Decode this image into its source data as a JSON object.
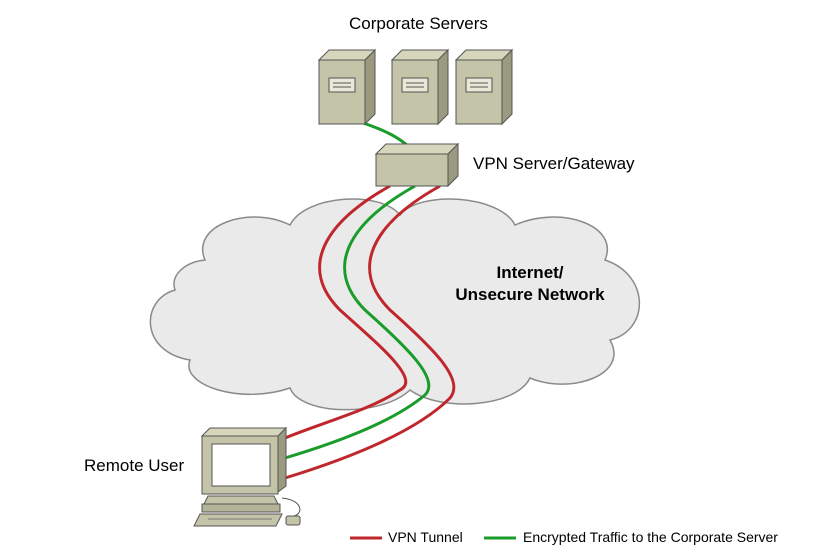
{
  "labels": {
    "corporate_servers": "Corporate Servers",
    "vpn_gateway": "VPN Server/Gateway",
    "internet_line1": "Internet/",
    "internet_line2": "Unsecure Network",
    "remote_user": "Remote User"
  },
  "legend": {
    "vpn_tunnel": "VPN Tunnel",
    "encrypted_traffic": "Encrypted Traffic to the Corporate Server"
  },
  "colors": {
    "tunnel": "#c0272d",
    "traffic": "#1a9c2a",
    "cloud_fill": "#eaeaea",
    "cloud_stroke": "#8a8a8a",
    "device_fill": "#c4c4a8",
    "device_dark": "#9a9a80"
  },
  "icons": [
    "server-icon",
    "gateway-icon",
    "cloud-icon",
    "computer-icon"
  ]
}
